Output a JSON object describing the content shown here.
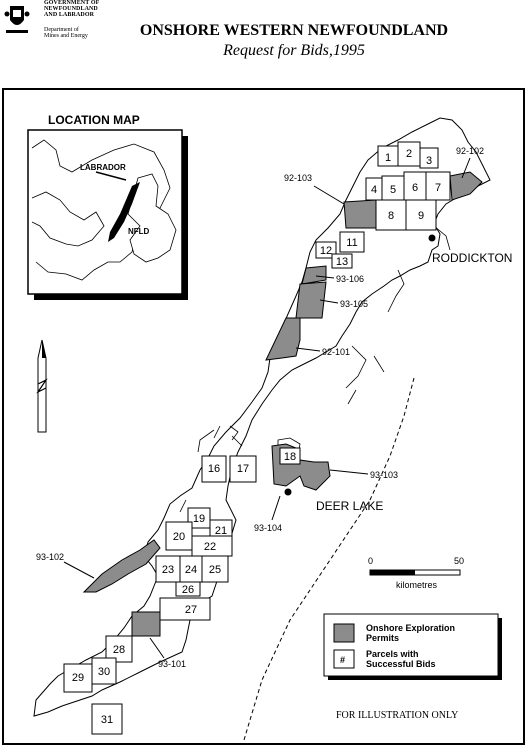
{
  "header": {
    "gov_lines": [
      "GOVERNMENT OF",
      "NEWFOUNDLAND",
      "AND LABRADOR"
    ],
    "dept_lines": [
      "Department of",
      "Mines and Energy"
    ],
    "title": "ONSHORE WESTERN NEWFOUNDLAND",
    "subtitle": "Request for Bids,1995"
  },
  "inset": {
    "title": "LOCATION MAP",
    "labrador": "LABRADOR",
    "nfld": "NFLD"
  },
  "parcels": [
    "1",
    "2",
    "3",
    "4",
    "5",
    "6",
    "7",
    "8",
    "9",
    "11",
    "12",
    "13",
    "16",
    "17",
    "18",
    "19",
    "20",
    "21",
    "22",
    "23",
    "24",
    "25",
    "26",
    "27",
    "28",
    "29",
    "30",
    "31"
  ],
  "permits": [
    "92-102",
    "92-103",
    "93-106",
    "93-105",
    "92-101",
    "93-103",
    "93-104",
    "93-102",
    "93-101"
  ],
  "places": {
    "roddickton": "RODDICKTON",
    "deer_lake": "DEER LAKE"
  },
  "scale": {
    "min": "0",
    "max": "50",
    "unit": "kilometres"
  },
  "legend": {
    "permits_l1": "Onshore Exploration",
    "permits_l2": "Permits",
    "parcels_symbol": "#",
    "parcels_l1": "Parcels with",
    "parcels_l2": "Successful Bids"
  },
  "footer": "FOR ILLUSTRATION ONLY",
  "colors": {
    "permit_fill": "#8c8c8c",
    "land_fill": "#ffffff",
    "ink": "#000000"
  }
}
